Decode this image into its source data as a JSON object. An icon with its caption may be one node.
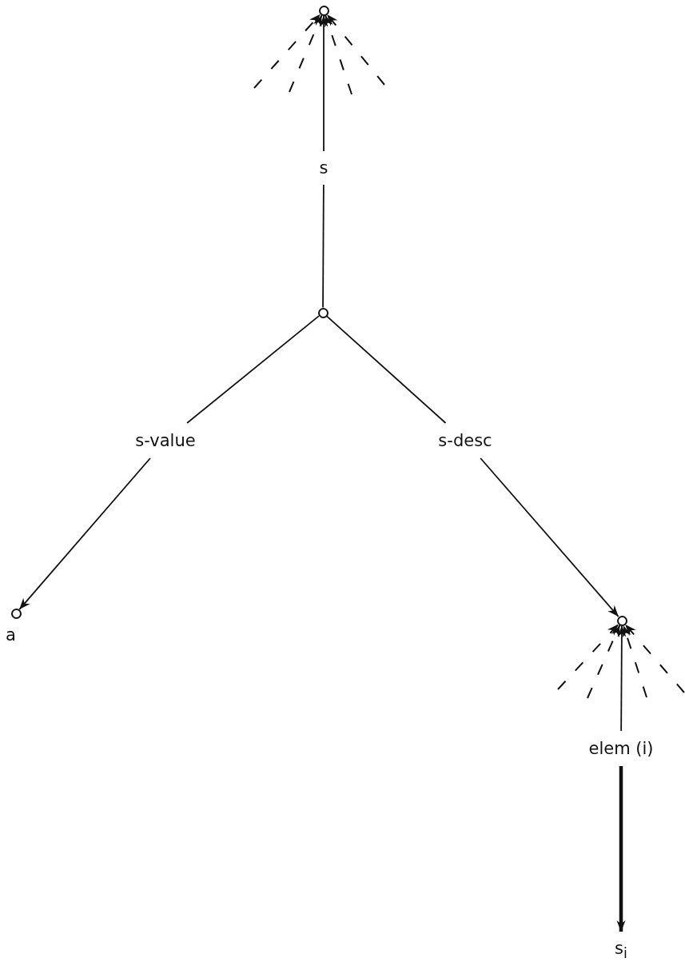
{
  "diagram": {
    "nodes": [
      {
        "text": [],
        "shape": "circle"
      },
      {
        "text": [
          "s"
        ]
      },
      {
        "text": [],
        "shape": "circle"
      },
      {
        "text": [
          "s-value"
        ]
      },
      {
        "text": [
          "s-desc"
        ]
      },
      {
        "text": [],
        "shape": "circle",
        "beside": [
          "a"
        ]
      },
      {
        "text": [],
        "shape": "circle"
      },
      {
        "text": [
          "elem (i)"
        ]
      },
      {
        "text": [
          "s$_{i}$"
        ]
      }
    ],
    "edges": [
      {
        "from": 1,
        "to": 0,
        "arrow": "to"
      },
      {
        "from": null,
        "to": 0,
        "arrow": "to",
        "style": "dashed"
      },
      {
        "from": null,
        "to": 0,
        "arrow": "to",
        "style": "dashed"
      },
      {
        "from": null,
        "to": 0,
        "arrow": "to",
        "style": "dashed"
      },
      {
        "from": null,
        "to": 0,
        "arrow": "to",
        "style": "dashed"
      },
      {
        "from": 2,
        "to": 1,
        "arrow": "none"
      },
      {
        "from": 2,
        "to": 3,
        "arrow": "none"
      },
      {
        "from": 2,
        "to": 4,
        "arrow": "none"
      },
      {
        "from": 3,
        "to": 5,
        "arrow": "to"
      },
      {
        "from": 4,
        "to": 6,
        "arrow": "to"
      },
      {
        "from": 7,
        "to": 6,
        "arrow": "to"
      },
      {
        "from": null,
        "to": 6,
        "arrow": "to",
        "style": "dashed"
      },
      {
        "from": null,
        "to": 6,
        "arrow": "to",
        "style": "dashed"
      },
      {
        "from": null,
        "to": 6,
        "arrow": "to",
        "style": "dashed"
      },
      {
        "from": null,
        "to": 6,
        "arrow": "to",
        "style": "dashed"
      },
      {
        "from": 7,
        "to": 8,
        "arrow": "to",
        "style": "thick"
      }
    ]
  }
}
